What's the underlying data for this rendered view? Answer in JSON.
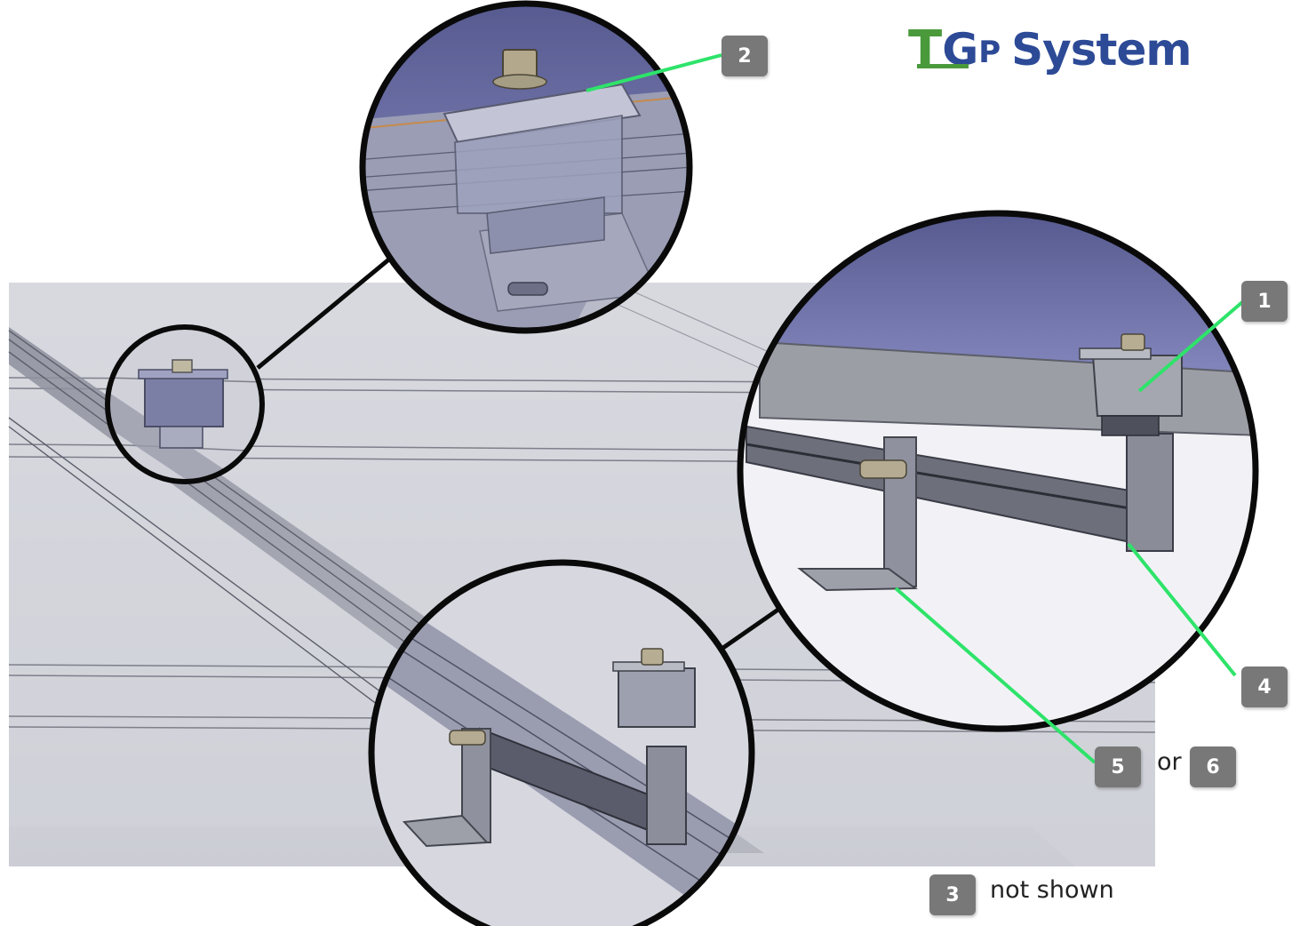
{
  "logo": {
    "part1": "T",
    "part2": "G",
    "part3": "P",
    "part4": "System",
    "colors": {
      "green": "#4a9a3c",
      "blue": "#2c4a96"
    }
  },
  "callouts": [
    {
      "id": "c1",
      "label": "1"
    },
    {
      "id": "c2",
      "label": "2"
    },
    {
      "id": "c3",
      "label": "3"
    },
    {
      "id": "c4",
      "label": "4"
    },
    {
      "id": "c5",
      "label": "5"
    },
    {
      "id": "c6",
      "label": "6"
    }
  ],
  "connector_word": "or",
  "footnote": "not shown",
  "colors": {
    "leader": "#2ee36a",
    "badge": "#787878",
    "frame": "#0a0a0a",
    "panel": "#c6c8d4"
  }
}
